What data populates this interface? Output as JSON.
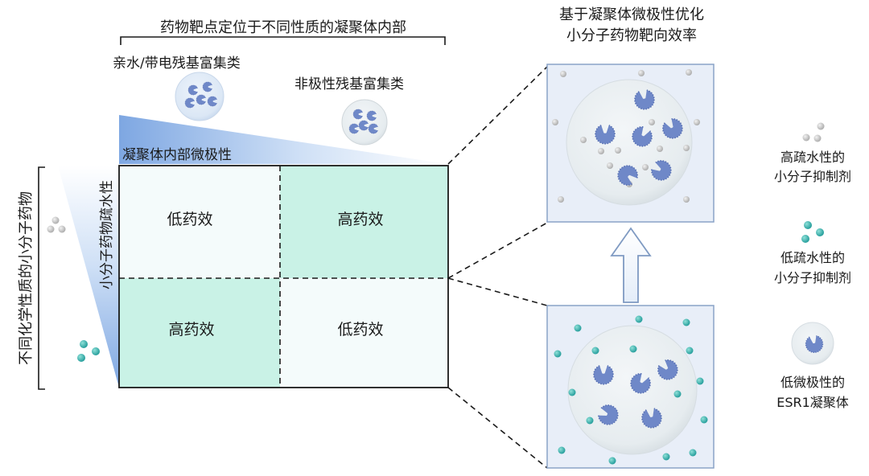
{
  "top": {
    "bracket_title": "药物靶点定位于不同性质的凝聚体内部",
    "hydrophilic_label": "亲水/带电残基富集类",
    "nonpolar_label": "非极性残基富集类"
  },
  "left_axis": {
    "vertical_title": "不同化学性质的小分子药物",
    "hydrophobicity_label": "小分子药物疏水性"
  },
  "polarity_label": "凝聚体内部微极性",
  "grid": {
    "top_left": "低药效",
    "top_right": "高药效",
    "bottom_left": "高药效",
    "bottom_right": "低药效"
  },
  "right_title": {
    "line1": "基于凝聚体微极性优化",
    "line2": "小分子药物靶向效率"
  },
  "legend": {
    "high_hydrophobic": {
      "line1": "高疏水性的",
      "line2": "小分子抑制剂"
    },
    "low_hydrophobic": {
      "line1": "低疏水性的",
      "line2": "小分子抑制剂"
    },
    "condensate": {
      "line1": "低微极性的",
      "line2": "ESR1凝聚体"
    }
  },
  "colors": {
    "grid_fill_light": "#f4fbfb",
    "grid_fill_teal": "#c9f2e6",
    "blue_wedge": "#8fb4e6",
    "panel_border": "#8aa3c7",
    "panel_fill": "#e8eef8",
    "protein": "#6f88c8",
    "grey_dot": "#c8c8c8",
    "teal_dot": "#3fb3b0"
  }
}
